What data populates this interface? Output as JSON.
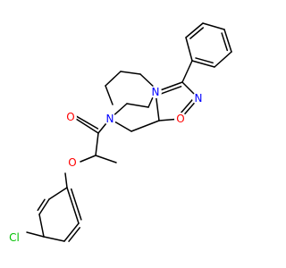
{
  "colors": {
    "bond": "#000000",
    "background": "#ffffff",
    "nitrogen": "#0000ff",
    "oxygen": "#ff0000",
    "chlorine": "#00c000"
  },
  "atoms": {
    "n_amide": "N",
    "o_carbonyl": "O",
    "o_ether": "O",
    "n_oxadiazole_4": "N",
    "n_oxadiazole_2": "N",
    "o_oxadiazole_1": "O",
    "cl": "Cl"
  }
}
